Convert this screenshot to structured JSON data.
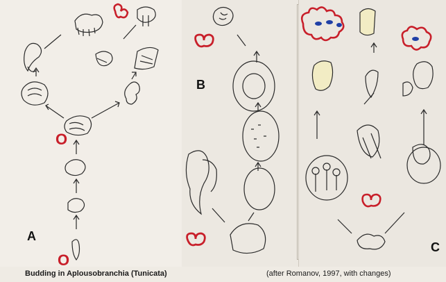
{
  "panels": [
    {
      "letter": "A"
    },
    {
      "letter": "B"
    },
    {
      "letter": "C"
    }
  ],
  "labels": {
    "oozooid_mark_1": "O",
    "oozooid_mark_2": "O"
  },
  "caption": {
    "prefix": "",
    "title": "Budding in Aplousobranchia (Tunicata)",
    "source": "(after Romanov, 1997, with changes)"
  },
  "colors": {
    "marker_red": "#c81f2a",
    "ink": "#2a2a2a",
    "zooid_blue": "#1f3fa6",
    "paper": "#f1ede6"
  }
}
